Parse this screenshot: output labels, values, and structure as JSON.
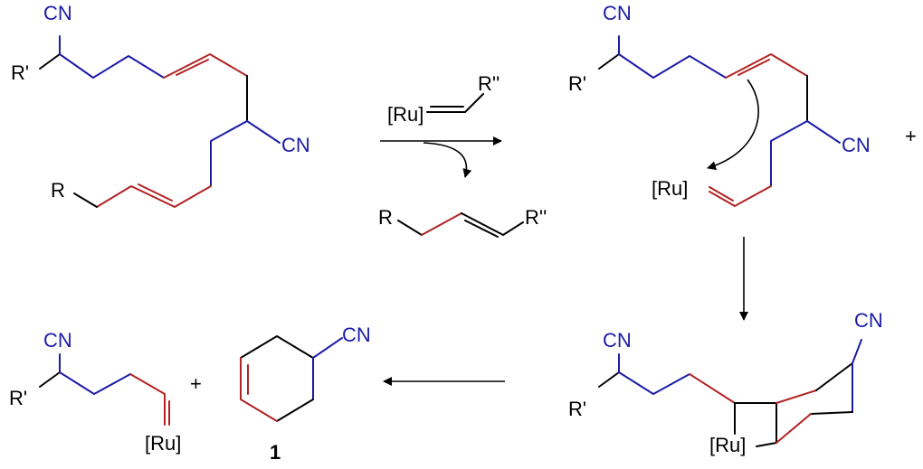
{
  "labels": {
    "cn": "CN",
    "r_prime": "R'",
    "r": "R",
    "r_double_prime": "R''",
    "ru": "[Ru]",
    "plus": "+",
    "compound_number": "1"
  },
  "colors": {
    "carbon_bond": "#000000",
    "cn_chain": "#1c1ca8",
    "metathesis_bond": "#b22222"
  }
}
